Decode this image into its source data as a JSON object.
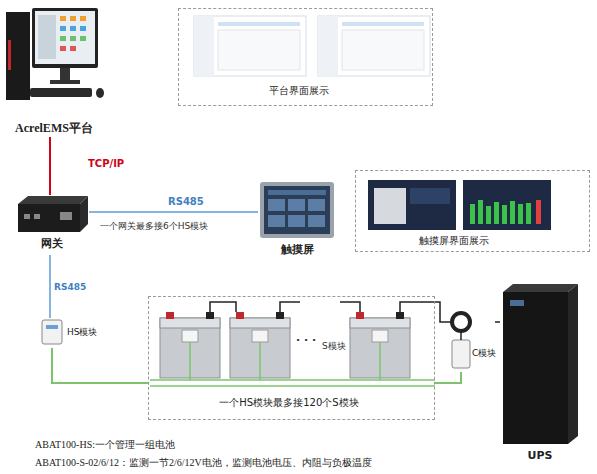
{
  "diagram": {
    "nodes": [
      {
        "text": [
          "AcrelEMS平台"
        ]
      },
      {
        "text": [
          "平台界面展示"
        ]
      },
      {
        "text": [
          "网关"
        ]
      },
      {
        "text": [
          "触摸屏"
        ]
      },
      {
        "text": [
          "触摸屏界面展示"
        ]
      },
      {
        "text": [
          "HS模块"
        ]
      },
      {
        "text": [
          "一个HS模块最多接120个S模块"
        ]
      },
      {
        "text": [
          "C模块"
        ]
      },
      {
        "text": [
          "UPS"
        ]
      }
    ],
    "edges": [
      {
        "from": 0,
        "to": 2,
        "label": "TCP/IP",
        "arrow": "none"
      },
      {
        "from": 2,
        "to": 3,
        "label": "RS485",
        "arrow": "none"
      },
      {
        "from": 2,
        "to": 5,
        "label": "RS485",
        "arrow": "none"
      },
      {
        "from": 5,
        "to": 6,
        "arrow": "none"
      },
      {
        "from": 6,
        "to": 7,
        "arrow": "none"
      },
      {
        "from": 7,
        "to": 8,
        "arrow": "none"
      }
    ],
    "labels": [
      "一个网关最多接6个HS模块",
      "· · ·",
      "S模块",
      "ABAT100-HS:一个管理一组电池",
      "ABAT100-S-02/6/12：监测一节2/6/12V电池，监测电池电压、内阻与负极温度"
    ]
  }
}
